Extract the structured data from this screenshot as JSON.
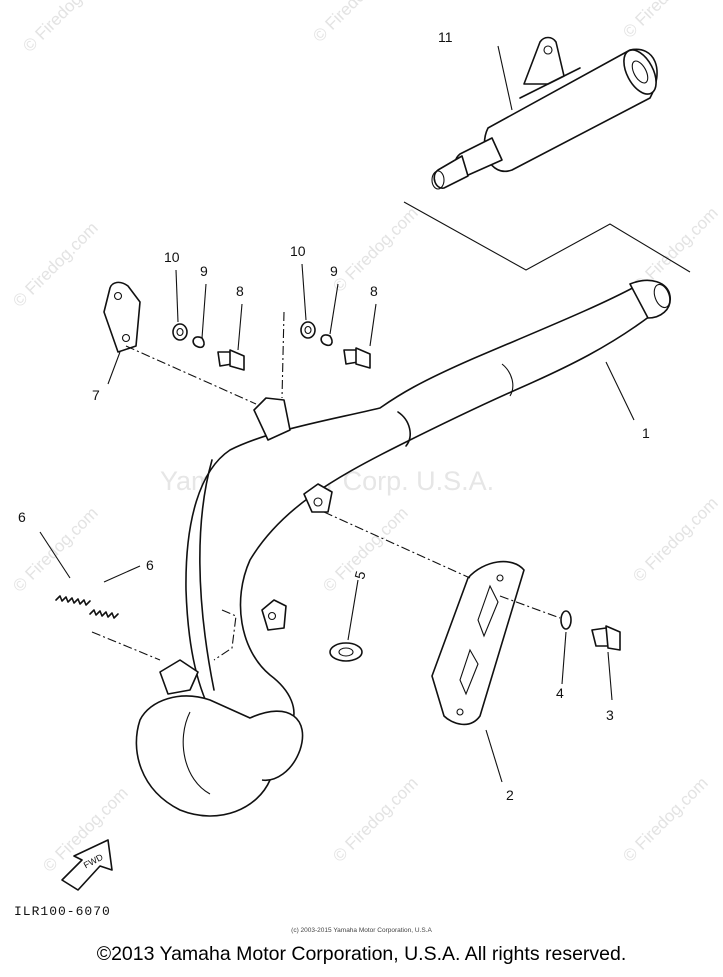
{
  "watermarks": {
    "site": "© Firedog.com",
    "center": "Yamaha Motor Corp. U.S.A."
  },
  "callouts": [
    {
      "id": "1",
      "label": "1"
    },
    {
      "id": "2",
      "label": "2"
    },
    {
      "id": "3",
      "label": "3"
    },
    {
      "id": "4",
      "label": "4"
    },
    {
      "id": "5",
      "label": "5"
    },
    {
      "id": "6a",
      "label": "6"
    },
    {
      "id": "6b",
      "label": "6"
    },
    {
      "id": "7",
      "label": "7"
    },
    {
      "id": "8a",
      "label": "8"
    },
    {
      "id": "8b",
      "label": "8"
    },
    {
      "id": "9a",
      "label": "9"
    },
    {
      "id": "9b",
      "label": "9"
    },
    {
      "id": "10a",
      "label": "10"
    },
    {
      "id": "10b",
      "label": "10"
    },
    {
      "id": "11",
      "label": "11"
    }
  ],
  "fwd_label": "FWD",
  "diagram_code": "ILR100-6070",
  "small_notice": "(c) 2003-2015 Yamaha Motor Corporation, U.S.A",
  "copyright": "©2013 Yamaha Motor Corporation, U.S.A. All rights reserved."
}
